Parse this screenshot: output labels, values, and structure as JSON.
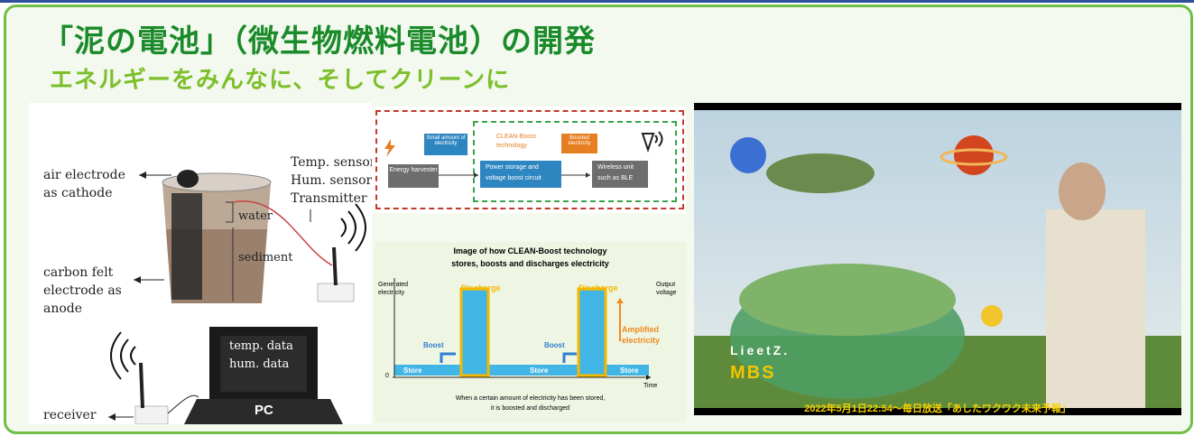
{
  "header": {
    "title": "「泥の電池」（微生物燃料電池）の開発",
    "subtitle": "エネルギーをみんなに、そしてクリーンに"
  },
  "experiment_photo": {
    "air_electrode_line1": "air electrode",
    "air_electrode_line2": "as cathode",
    "water": "water",
    "sediment": "sediment",
    "carbon_line1": "carbon felt",
    "carbon_line2": "electrode as",
    "carbon_line3": "anode",
    "sensor_line1": "Temp. sensor",
    "sensor_line2": "Hum. sensor",
    "sensor_line3": "Transmitter",
    "screen_line1": "temp. data",
    "screen_line2": "hum. data",
    "pc_label": "PC",
    "receiver": "receiver"
  },
  "block_diagram": {
    "energy_harvester": "Energy harvester",
    "small_amount": "Small amount of electricity",
    "clean_boost_line1": "CLEAN-Boost",
    "clean_boost_line2": "technology",
    "boosted": "Boosted electricity",
    "storage_line1": "Power storage and",
    "storage_line2": "voltage boost circuit",
    "wireless_line1": "Wireless unit",
    "wireless_line2": "such as BLE"
  },
  "boost_chart": {
    "title_line1": "Image of how CLEAN-Boost technology",
    "title_line2": "stores, boosts and discharges electricity",
    "ylabel_left_line1": "Generated",
    "ylabel_left_line2": "electricity",
    "ylabel_right_line1": "Output",
    "ylabel_right_line2": "voltage",
    "zero": "0",
    "time": "Time",
    "discharge": "Discharge",
    "boost": "Boost",
    "store": "Store",
    "amplified_line1": "Amplified",
    "amplified_line2": "electricity",
    "caption_line1": "When a certain amount of electricity has been stored,",
    "caption_line2": "it is boosted and discharged",
    "colors": {
      "store": "#41b6e6",
      "discharge": "#41b6e6",
      "discharge_border": "#f5b800",
      "amplified": "#f08a1e",
      "boost": "#2f7fd1"
    }
  },
  "tv_still": {
    "logo_1": "LieetZ.",
    "logo_2": "MBS",
    "broadcast": "2022年5月1日22:54～毎日放送「あしたワクワク未来予報」"
  }
}
